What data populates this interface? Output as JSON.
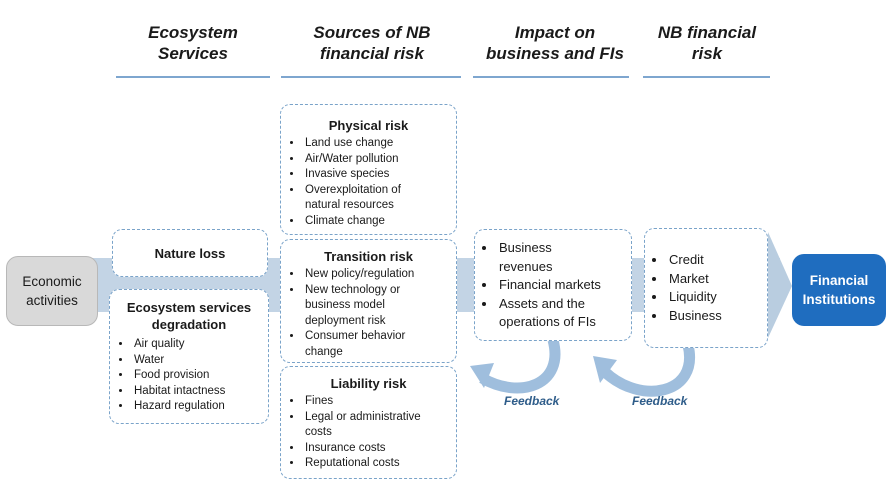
{
  "headers": {
    "ecosystem_services": [
      "Ecosystem",
      "Services"
    ],
    "sources": [
      "Sources of NB",
      "financial risk"
    ],
    "impact": [
      "Impact on",
      "business and FIs"
    ],
    "nb_risk": [
      "NB financial",
      "risk"
    ]
  },
  "economic_activities": [
    "Economic",
    "activities"
  ],
  "nature_loss": "Nature loss",
  "degradation": {
    "title": [
      "Ecosystem services",
      "degradation"
    ],
    "items": [
      "Air quality",
      "Water",
      "Food provision",
      "Habitat intactness",
      "Hazard regulation"
    ]
  },
  "physical_risk": {
    "title": "Physical risk",
    "items": [
      "Land use change",
      "Air/Water pollution",
      "Invasive species",
      "Overexploitation of natural resources",
      "Climate change"
    ]
  },
  "transition_risk": {
    "title": "Transition risk",
    "items": [
      "New policy/regulation",
      "New technology or business model deployment risk",
      "Consumer behavior change"
    ]
  },
  "liability_risk": {
    "title": "Liability risk",
    "items": [
      "Fines",
      "Legal or administrative costs",
      "Insurance costs",
      "Reputational costs"
    ]
  },
  "impact": {
    "items": [
      "Business revenues",
      "Financial markets",
      "Assets and the operations of FIs"
    ]
  },
  "nb_financial_risk": {
    "items": [
      "Credit",
      "Market",
      "Liquidity",
      "Business"
    ]
  },
  "financial_institutions": [
    "Financial",
    "Institutions"
  ],
  "feedback_labels": [
    "Feedback",
    "Feedback"
  ],
  "colors": {
    "accent": "#1f6dbf",
    "band": "#b9cde0",
    "dashed_border": "#7aa3c9",
    "gray_box": "#d9d9d9"
  }
}
